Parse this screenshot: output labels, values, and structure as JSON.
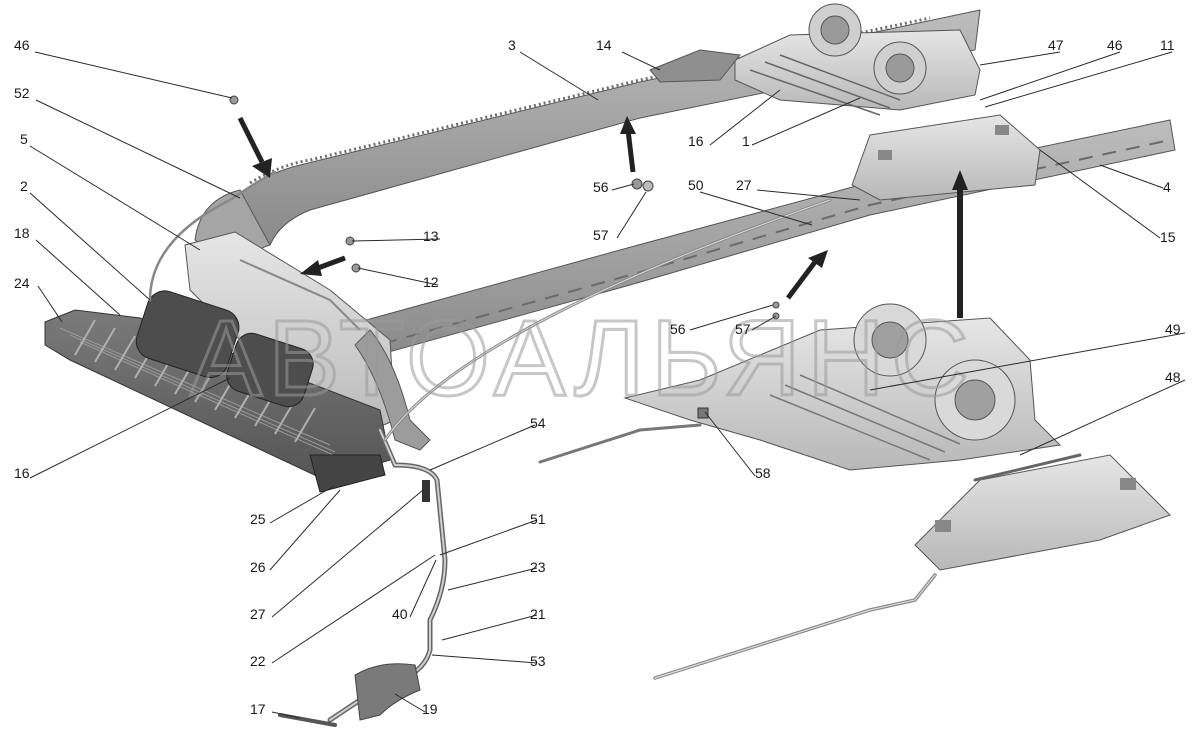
{
  "watermark": "АВТОАЛЬЯНС",
  "callouts": [
    {
      "id": "c46a",
      "label": "46"
    },
    {
      "id": "c52",
      "label": "52"
    },
    {
      "id": "c5",
      "label": "5"
    },
    {
      "id": "c2",
      "label": "2"
    },
    {
      "id": "c18",
      "label": "18"
    },
    {
      "id": "c24",
      "label": "24"
    },
    {
      "id": "c16a",
      "label": "16"
    },
    {
      "id": "c3",
      "label": "3"
    },
    {
      "id": "c14",
      "label": "14"
    },
    {
      "id": "c47",
      "label": "47"
    },
    {
      "id": "c46b",
      "label": "46"
    },
    {
      "id": "c11",
      "label": "11"
    },
    {
      "id": "c16b",
      "label": "16"
    },
    {
      "id": "c1",
      "label": "1"
    },
    {
      "id": "c56a",
      "label": "56"
    },
    {
      "id": "c57a",
      "label": "57"
    },
    {
      "id": "c50",
      "label": "50"
    },
    {
      "id": "c27a",
      "label": "27"
    },
    {
      "id": "c4",
      "label": "4"
    },
    {
      "id": "c15",
      "label": "15"
    },
    {
      "id": "c13",
      "label": "13"
    },
    {
      "id": "c12",
      "label": "12"
    },
    {
      "id": "c56b",
      "label": "56"
    },
    {
      "id": "c57b",
      "label": "57"
    },
    {
      "id": "c49",
      "label": "49"
    },
    {
      "id": "c48",
      "label": "48"
    },
    {
      "id": "c54",
      "label": "54"
    },
    {
      "id": "c58",
      "label": "58"
    },
    {
      "id": "c25",
      "label": "25"
    },
    {
      "id": "c26",
      "label": "26"
    },
    {
      "id": "c51",
      "label": "51"
    },
    {
      "id": "c23",
      "label": "23"
    },
    {
      "id": "c27b",
      "label": "27"
    },
    {
      "id": "c40",
      "label": "40"
    },
    {
      "id": "c21",
      "label": "21"
    },
    {
      "id": "c22",
      "label": "22"
    },
    {
      "id": "c53",
      "label": "53"
    },
    {
      "id": "c17",
      "label": "17"
    },
    {
      "id": "c19",
      "label": "19"
    }
  ]
}
